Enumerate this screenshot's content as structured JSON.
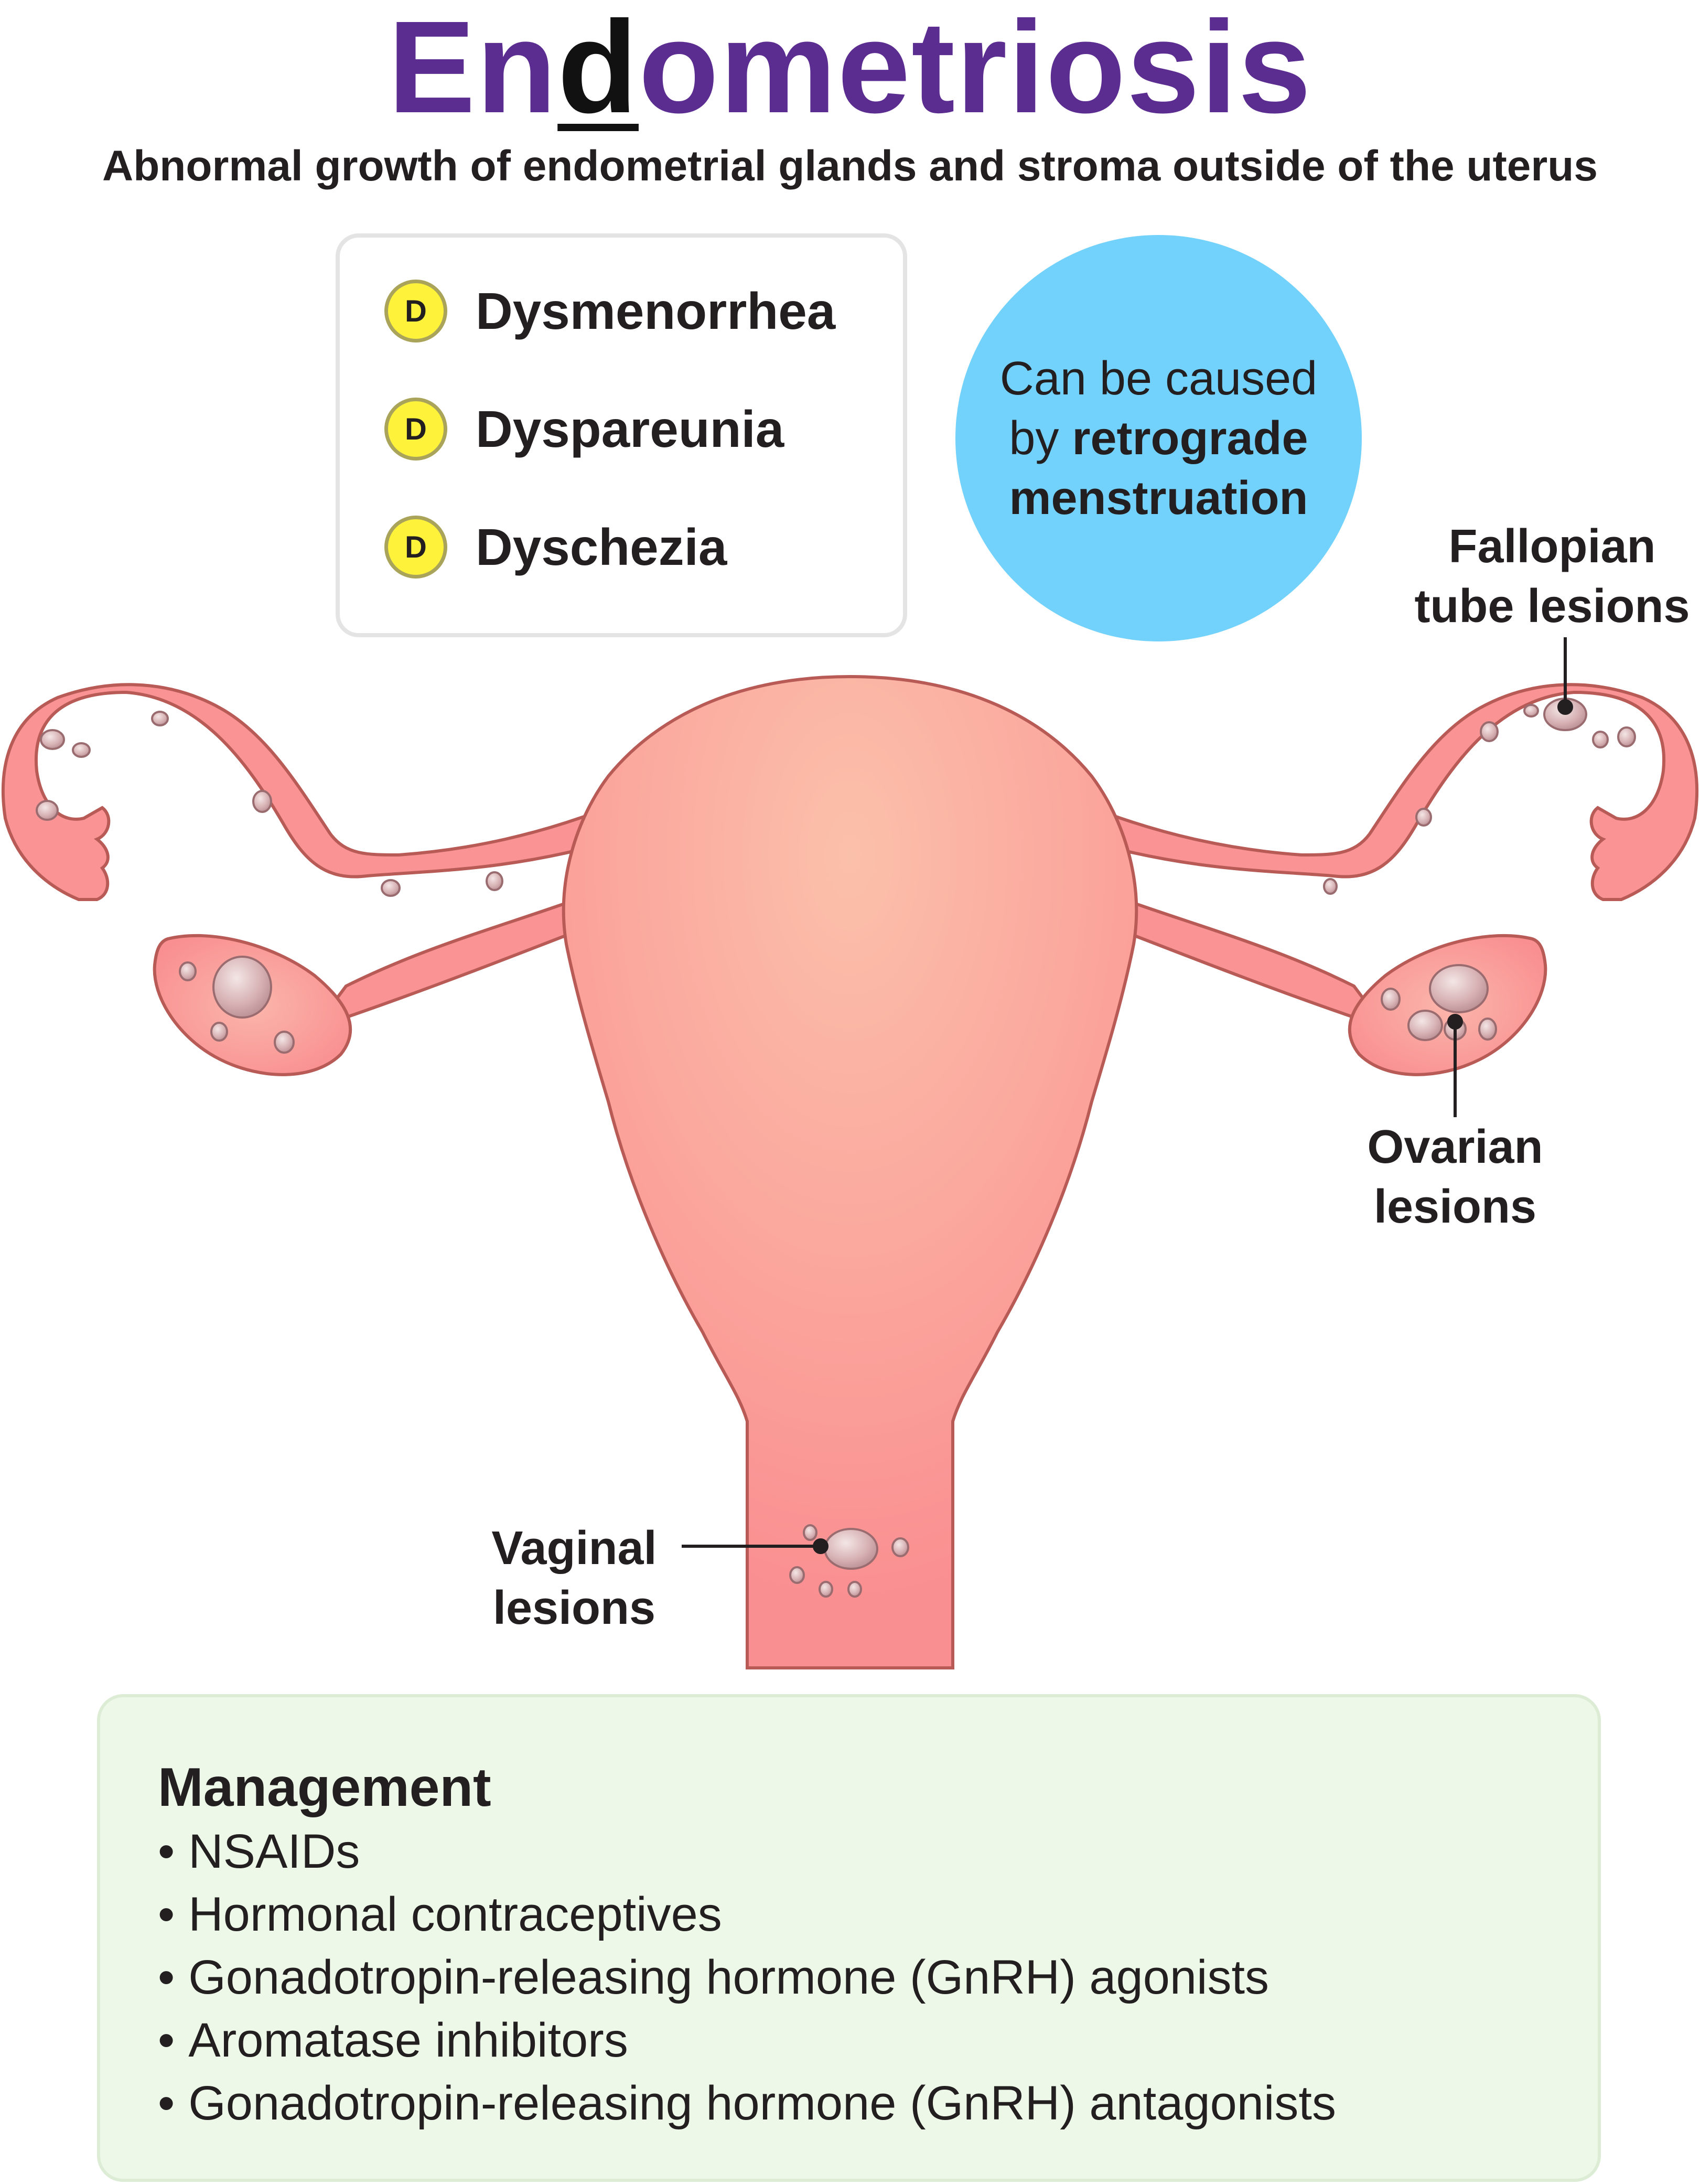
{
  "title": {
    "prefix": "En",
    "emphasis": "d",
    "suffix": "ometriosis"
  },
  "subtitle": "Abnormal growth of endometrial glands and stroma outside of the uterus",
  "symptoms": {
    "badge": "D",
    "items": [
      "Dysmenorrhea",
      "Dyspareunia",
      "Dyschezia"
    ]
  },
  "cause": {
    "line1": "Can be caused",
    "line2_plain": "by ",
    "line2_bold": "retrograde",
    "line3_bold": "menstruation"
  },
  "labels": {
    "fallopian_1": "Fallopian",
    "fallopian_2": "tube lesions",
    "ovarian_1": "Ovarian",
    "ovarian_2": "lesions",
    "vaginal_1": "Vaginal",
    "vaginal_2": "lesions"
  },
  "management": {
    "title": "Management",
    "bullet": "•",
    "items": [
      "NSAIDs",
      "Hormonal contraceptives",
      "Gonadotropin-releasing hormone (GnRH) agonists",
      "Aromatase inhibitors",
      "Gonadotropin-releasing hormone (GnRH) antagonists"
    ]
  },
  "colors": {
    "title": "#5b2d91",
    "organ_fill": "#fa9494",
    "organ_center": "#fbc0aa",
    "organ_stroke": "#b85a55",
    "lesion": "#dcb4b4",
    "badge": "#fff23b",
    "cause_bubble": "#73d2fb",
    "management_bg": "#edf8e8"
  }
}
